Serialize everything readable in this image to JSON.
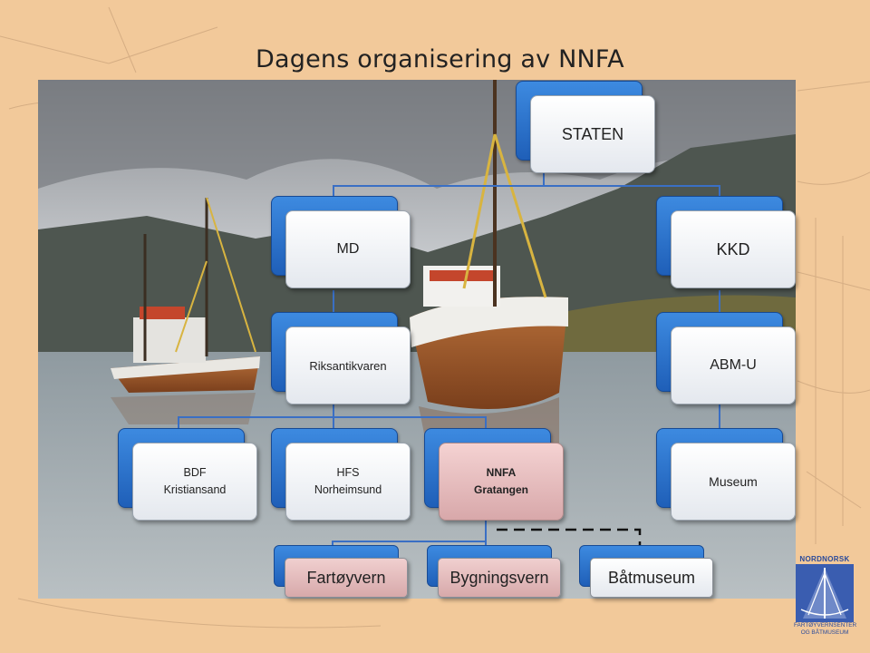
{
  "title": "Dagens organisering av NNFA",
  "colors": {
    "box_blue": "#2e73cc",
    "box_white": "#f4f6f8",
    "box_pink": "#e3bcbc",
    "connector": "#3a6fc4"
  },
  "nodes": {
    "staten": "STATEN",
    "md": "MD",
    "kkd": "KKD",
    "riksantikvaren": "Riksantikvaren",
    "abmu": "ABM-U",
    "bdf": {
      "line1": "BDF",
      "line2": "Kristiansand"
    },
    "hfs": {
      "line1": "HFS",
      "line2": "Norheimsund"
    },
    "nnfa": {
      "line1": "NNFA",
      "line2": "Gratangen"
    },
    "museum": "Museum",
    "fartoyvern": "Fartøyvern",
    "bygningsvern": "Bygningsvern",
    "batmuseum": "Båtmuseum"
  },
  "logo": {
    "top_text": "NORDNORSK",
    "line1": "FARTØYVERNSENTER",
    "line2": "OG BÅTMUSEUM"
  }
}
